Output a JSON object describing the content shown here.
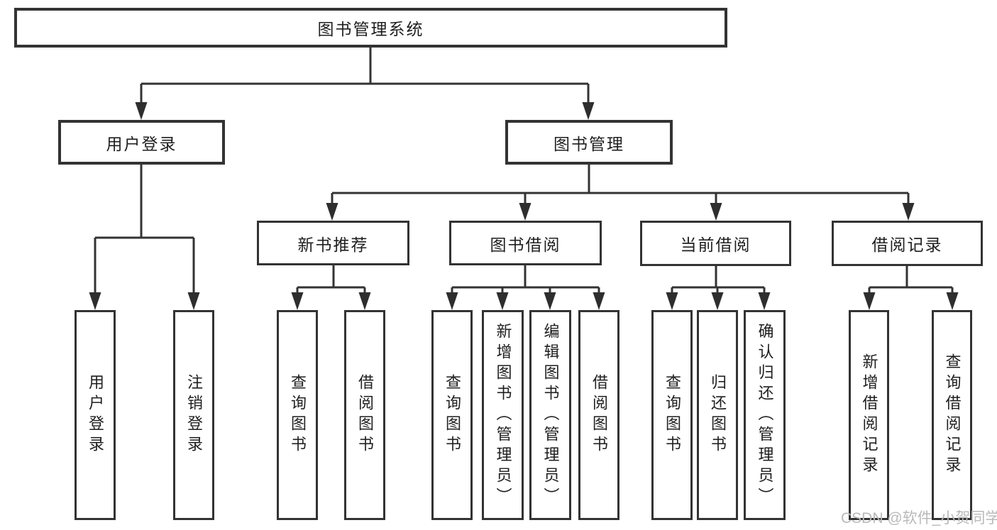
{
  "colors": {
    "line": "#333333",
    "box_border": "#333333",
    "box_fill": "#ffffff",
    "text": "#1f1f1f",
    "background": "#ffffff",
    "watermark": "#b9b9b9"
  },
  "watermark": {
    "text": "CSDN @软件_小贺同学"
  },
  "tree": {
    "root": {
      "label": "图书管理系统",
      "children": [
        {
          "label": "用户登录",
          "children": [
            {
              "label": "用户登录"
            },
            {
              "label": "注销登录"
            }
          ]
        },
        {
          "label": "图书管理",
          "children": [
            {
              "label": "新书推荐",
              "children": [
                {
                  "label": "查询图书"
                },
                {
                  "label": "借阅图书"
                }
              ]
            },
            {
              "label": "图书借阅",
              "children": [
                {
                  "label": "查询图书"
                },
                {
                  "label": "新增图书（管理员）"
                },
                {
                  "label": "编辑图书（管理员）"
                },
                {
                  "label": "借阅图书"
                }
              ]
            },
            {
              "label": "当前借阅",
              "children": [
                {
                  "label": "查询图书"
                },
                {
                  "label": "归还图书"
                },
                {
                  "label": "确认归还（管理员）"
                }
              ]
            },
            {
              "label": "借阅记录",
              "children": [
                {
                  "label": "新增借阅记录"
                },
                {
                  "label": "查询借阅记录"
                }
              ]
            }
          ]
        }
      ]
    }
  }
}
